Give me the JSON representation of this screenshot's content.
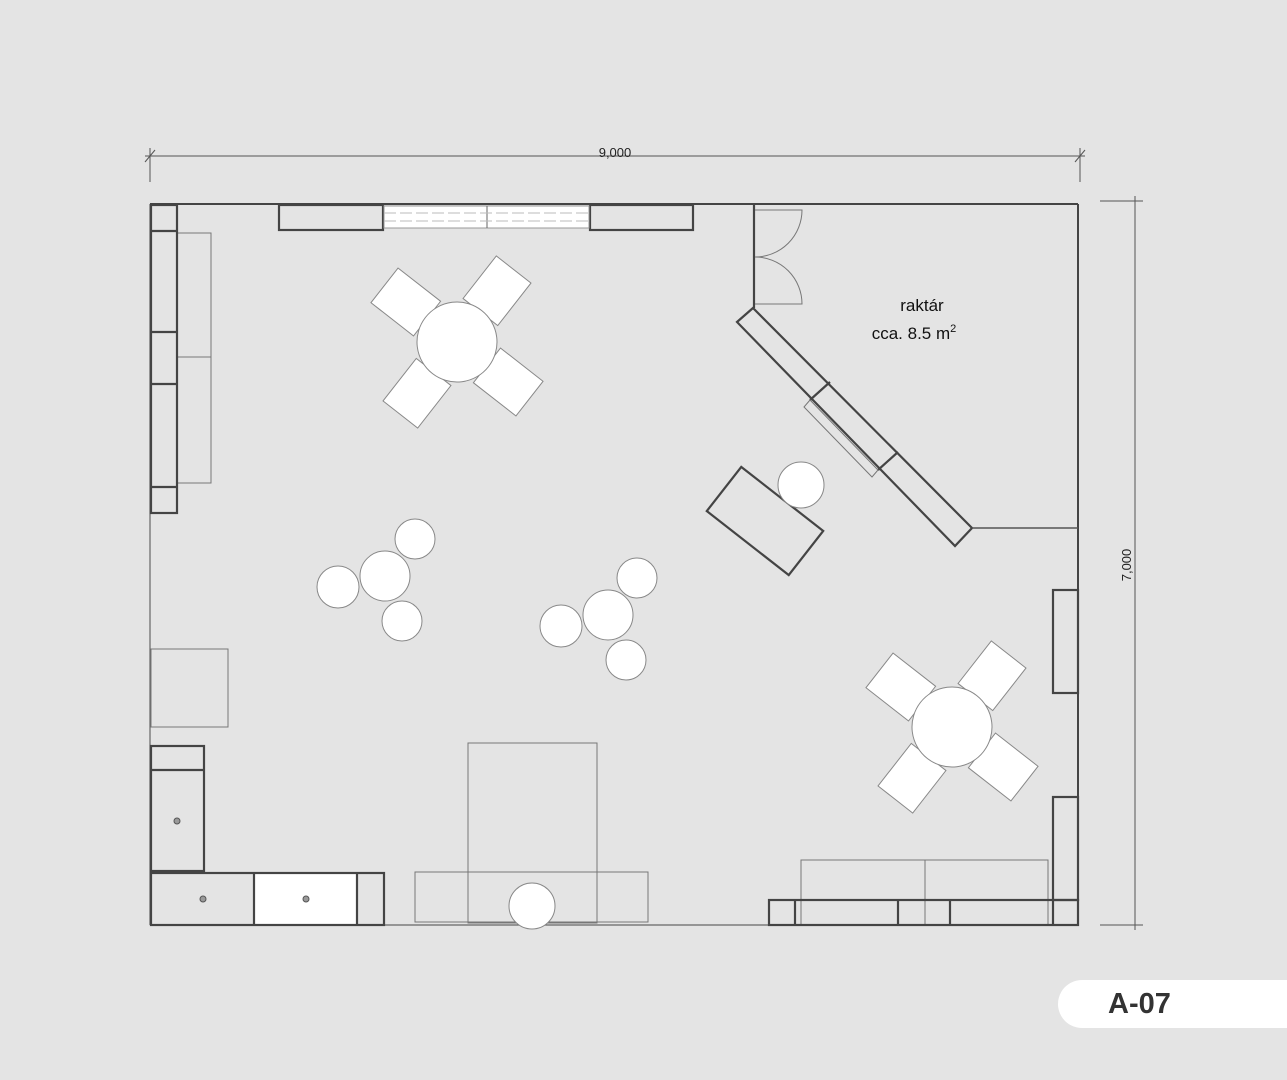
{
  "plan": {
    "width_dimension": "9,000",
    "height_dimension": "7,000",
    "room_name": "raktár",
    "room_area_prefix": "cca. 8.5 m",
    "room_area_sup": "2",
    "sheet_id": "A-07"
  },
  "colors": {
    "background": "#e4e4e4",
    "walls": "#444444",
    "furniture": "#ffffff"
  }
}
